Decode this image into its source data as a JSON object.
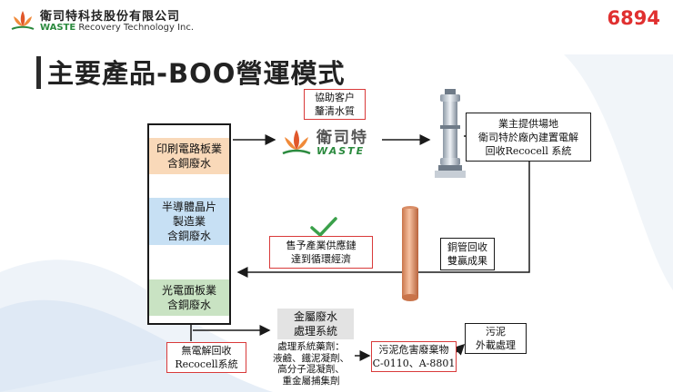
{
  "header": {
    "company_zh": "衛司特科技股份有限公司",
    "company_en_brand": "WASTE",
    "company_en_rest": " Recovery Technology Inc.",
    "slide_number": "6894"
  },
  "title": "主要產品-BOO營運模式",
  "sources": {
    "pcb": "印刷電路板業\n含銅廢水",
    "semiconductor": "半導體晶片\n製造業\n含銅廢水",
    "photovoltaic": "光電面板業\n含銅廢水"
  },
  "boxes": {
    "assist": "協助客户\n釐清水質",
    "owner": "業主提供場地\n衛司特於廠內建置電解\n回收Recocell 系統",
    "sell": "售予產業供應鏈\n達到循環經濟",
    "pipe_win": "銅管回收\n雙贏成果",
    "no_electrolysis": "無電解回收\nRecocell系統",
    "metal_treatment": "金屬廢水\n處理系統",
    "agents": "處理系統藥劑：\n液鹼、鐵泥凝劑、\n高分子混凝劑、\n重金屬捕集劑",
    "hazard": "污泥危害廢棄物\nC-0110、A-8801",
    "sludge": "污泥\n外載處理"
  },
  "logo": {
    "zh": "衛司特",
    "en": "WASTE"
  },
  "colors": {
    "accent_red": "#d93a3a",
    "brand_green": "#2b8a3e",
    "pcb_fill": "#f9d9b9",
    "semi_fill": "#c7e0f4",
    "pv_fill": "#c9e3c3",
    "copper": "#e8a07a"
  },
  "icons": {
    "check": "check-icon",
    "lotus": "lotus-logo-icon",
    "reactor": "electrolysis-reactor-icon",
    "copper_pipe": "copper-pipe-icon"
  }
}
